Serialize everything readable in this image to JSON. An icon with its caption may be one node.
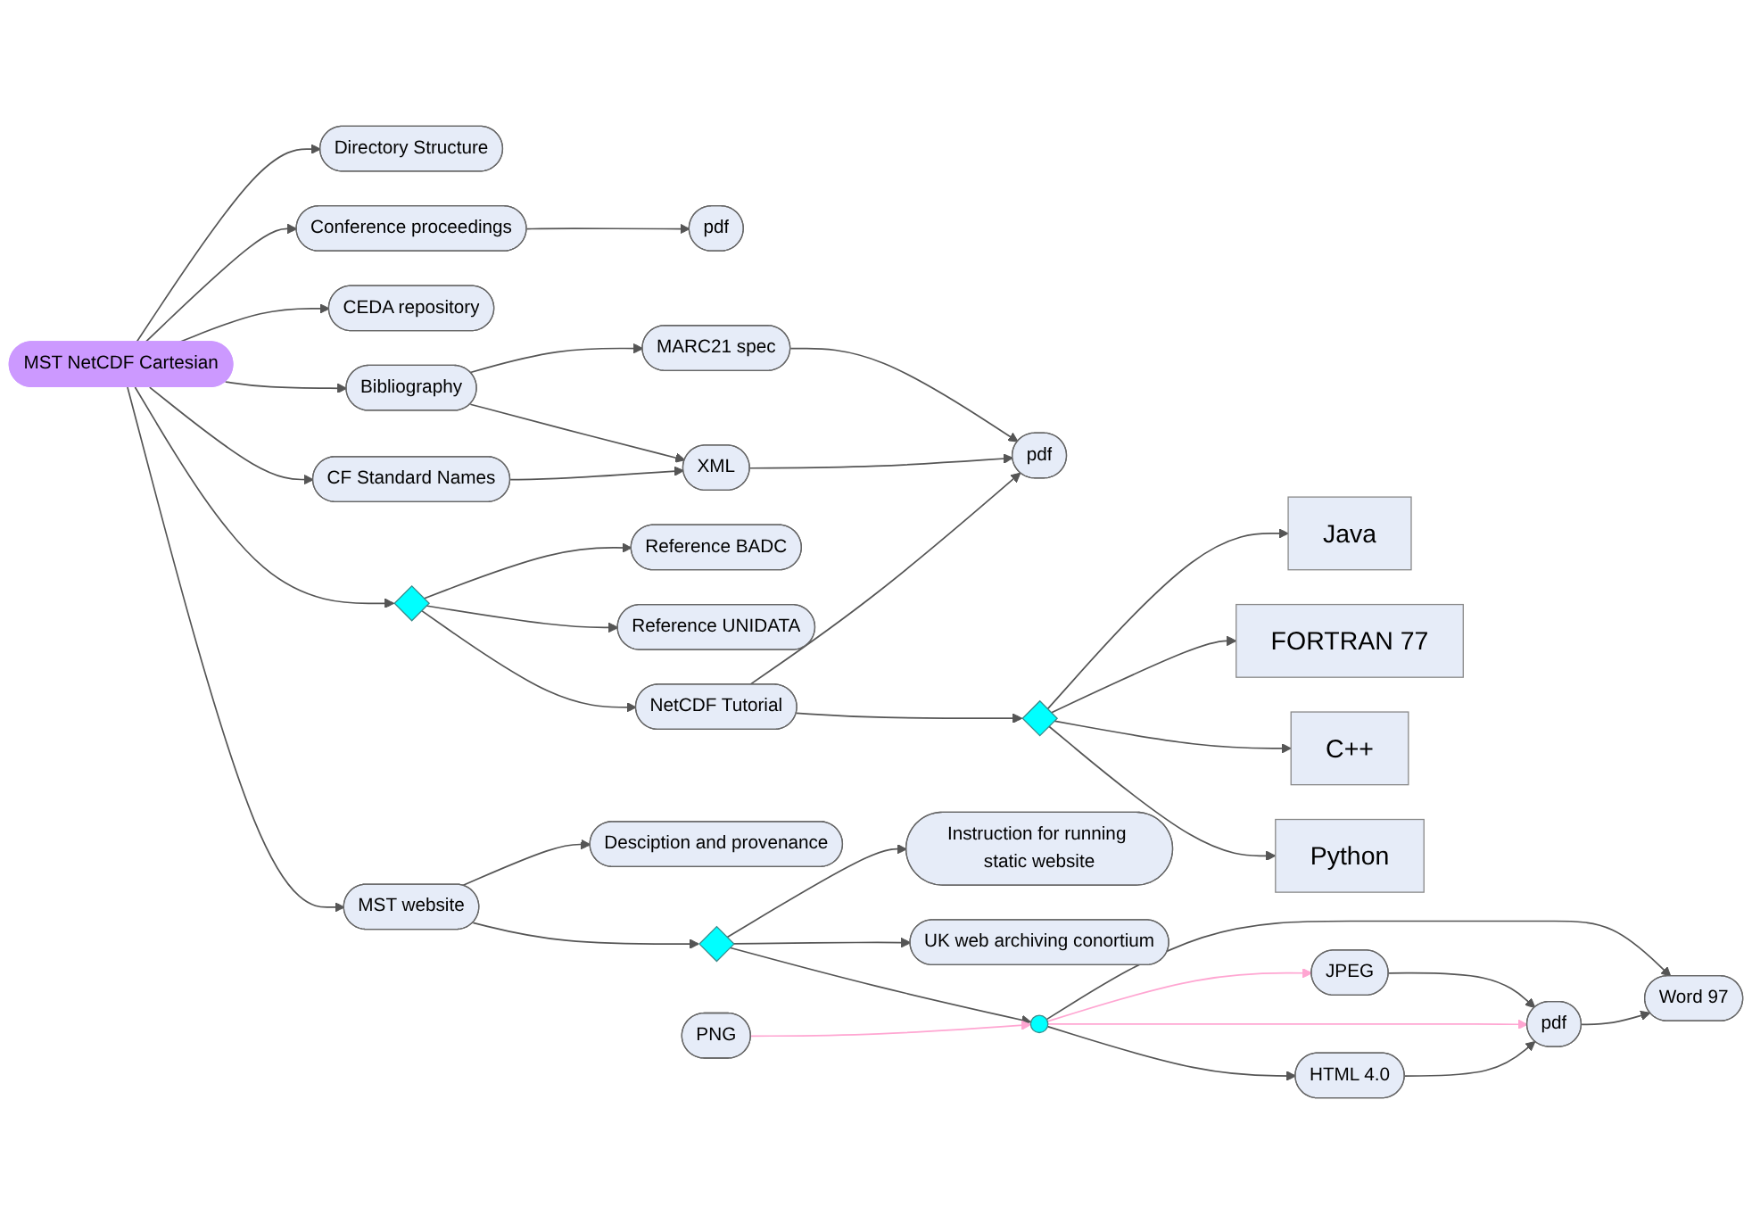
{
  "diagram": {
    "nodes": [
      {
        "text": [
          "MST NetCDF Cartesian"
        ]
      },
      {
        "text": [
          "Directory Structure"
        ]
      },
      {
        "text": [
          "Conference proceedings"
        ]
      },
      {
        "text": [
          "pdf"
        ]
      },
      {
        "text": [
          "Desciption and provenance"
        ]
      },
      {
        "text": [
          "MST website"
        ]
      },
      {
        "text": [
          "CEDA repository"
        ]
      },
      {
        "text": [],
        "shape": "diamond"
      },
      {
        "text": [
          "CF Standard Names"
        ]
      },
      {
        "text": [
          "Bibliography"
        ]
      },
      {
        "text": [
          "MARC21 spec"
        ]
      },
      {
        "text": [
          "Instruction for running static website"
        ]
      },
      {
        "text": [],
        "shape": "diamond"
      },
      {
        "text": [
          "Reference BADC"
        ]
      },
      {
        "text": [
          "Reference UNIDATA"
        ]
      },
      {
        "text": [
          "XML"
        ]
      },
      {
        "text": [
          "pdf"
        ]
      },
      {
        "text": [
          "UK web archiving conortium"
        ]
      },
      {
        "text": [
          "NetCDF Tutorial"
        ]
      },
      {
        "text": [
          "Word 97"
        ]
      },
      {
        "text": [],
        "shape": "circle"
      },
      {
        "text": [
          "PNG"
        ]
      },
      {
        "text": [
          "Java"
        ]
      },
      {
        "text": [],
        "shape": "diamond"
      },
      {
        "text": [
          "FORTRAN 77"
        ]
      },
      {
        "text": [
          "JPEG"
        ]
      },
      {
        "text": [
          "pdf"
        ]
      },
      {
        "text": [
          "C++"
        ]
      },
      {
        "text": [
          "Python"
        ]
      },
      {
        "text": [
          "HTML 4.0"
        ]
      }
    ],
    "edges": [
      {
        "from": 0,
        "to": 1,
        "arrow": "to"
      },
      {
        "from": 0,
        "to": 2,
        "arrow": "to"
      },
      {
        "from": 2,
        "to": 3,
        "arrow": "to"
      },
      {
        "from": 0,
        "to": 6,
        "arrow": "to"
      },
      {
        "from": 0,
        "to": 9,
        "arrow": "to"
      },
      {
        "from": 0,
        "to": 8,
        "arrow": "to"
      },
      {
        "from": 0,
        "to": 7,
        "arrow": "to"
      },
      {
        "from": 0,
        "to": 5,
        "arrow": "to"
      },
      {
        "from": 5,
        "to": 4,
        "arrow": "to"
      },
      {
        "from": 5,
        "to": 12,
        "arrow": "to"
      },
      {
        "from": 12,
        "to": 11,
        "arrow": "to"
      },
      {
        "from": 12,
        "to": 17,
        "arrow": "to"
      },
      {
        "from": 12,
        "to": 20,
        "arrow": "to"
      },
      {
        "from": 7,
        "to": 13,
        "arrow": "to"
      },
      {
        "from": 7,
        "to": 14,
        "arrow": "to"
      },
      {
        "from": 7,
        "to": 18,
        "arrow": "to"
      },
      {
        "from": 8,
        "to": 15,
        "arrow": "to"
      },
      {
        "from": 9,
        "to": 10,
        "arrow": "to"
      },
      {
        "from": 9,
        "to": 15,
        "arrow": "to"
      },
      {
        "from": 10,
        "to": 16,
        "arrow": "to"
      },
      {
        "from": 15,
        "to": 16,
        "arrow": "to"
      },
      {
        "from": 18,
        "to": 16,
        "arrow": "to"
      },
      {
        "from": 18,
        "to": 23,
        "arrow": "to"
      },
      {
        "from": 23,
        "to": 22,
        "arrow": "to"
      },
      {
        "from": 23,
        "to": 24,
        "arrow": "to"
      },
      {
        "from": 23,
        "to": 27,
        "arrow": "to"
      },
      {
        "from": 23,
        "to": 28,
        "arrow": "to"
      },
      {
        "from": 20,
        "to": 19,
        "arrow": "to"
      },
      {
        "from": 21,
        "to": 20,
        "arrow": "to",
        "color": "#ffa6d2"
      },
      {
        "from": 20,
        "to": 25,
        "arrow": "to",
        "color": "#ffa6d2"
      },
      {
        "from": 20,
        "to": 26,
        "arrow": "to",
        "color": "#ffa6d2"
      },
      {
        "from": 26,
        "to": 19,
        "arrow": "to"
      },
      {
        "from": 25,
        "to": 26,
        "arrow": "to"
      },
      {
        "from": 20,
        "to": 29,
        "arrow": "to"
      },
      {
        "from": 29,
        "to": 26,
        "arrow": "to"
      }
    ]
  }
}
